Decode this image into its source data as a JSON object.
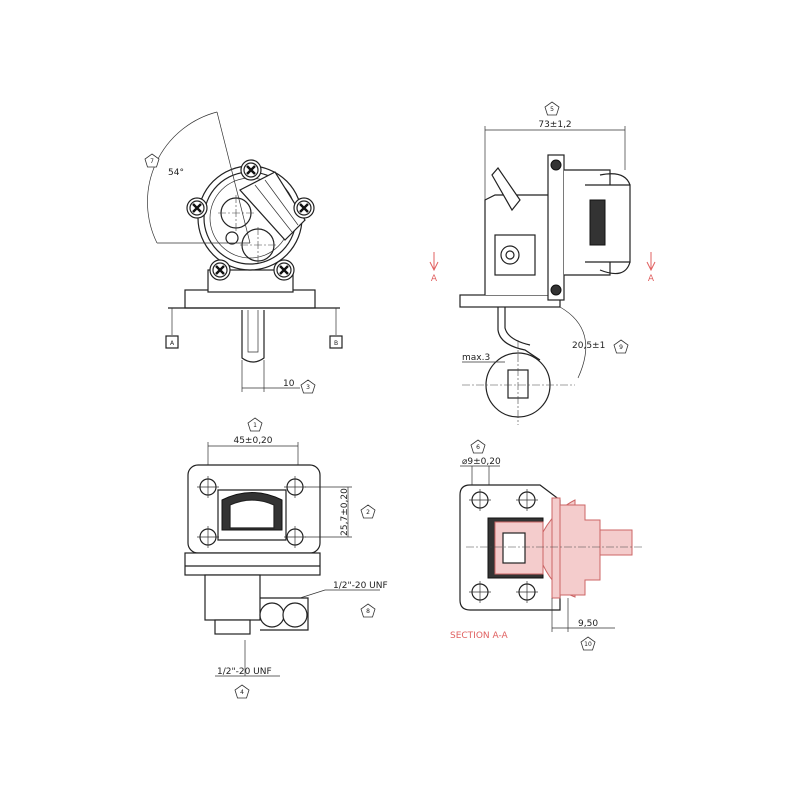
{
  "colors": {
    "line": "#222222",
    "section_fill": "#f4cccc",
    "section_label": "#e06060"
  },
  "front_view": {
    "angle": "54°",
    "angle_ref": "7",
    "datum_a": "A",
    "datum_b": "B",
    "stem_width": "10",
    "stem_ref": "3"
  },
  "side_view": {
    "length": "73±1,2",
    "length_ref": "5",
    "section_mark_left": "A",
    "section_mark_right": "A",
    "max_label": "max.3",
    "offset": "20,5±1",
    "offset_ref": "9"
  },
  "bottom_view": {
    "view_ref": "1",
    "hole_spacing_h": "45±0,20",
    "hole_spacing_v": "25,7±0,20",
    "hole_spacing_v_ref": "2",
    "thread_upper": "1/2\"-20 UNF",
    "thread_upper_ref": "8",
    "thread_lower": "1/2\"-20 UNF",
    "thread_lower_ref": "4"
  },
  "section_view": {
    "hole_dia_ref": "6",
    "hole_dia": "⌀9±0,20",
    "depth": "9,50",
    "depth_ref": "10",
    "title": "SECTION A-A"
  }
}
